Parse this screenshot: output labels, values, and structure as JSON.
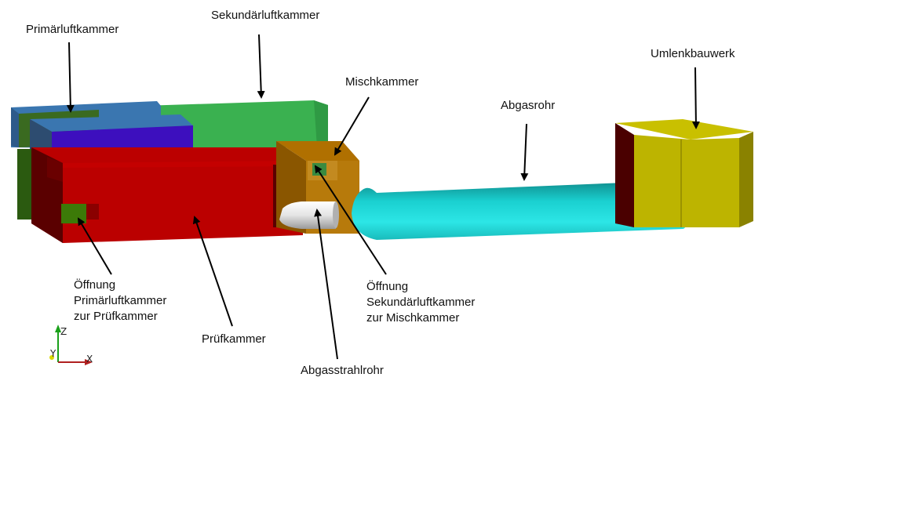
{
  "labels": {
    "primaerluftkammer": "Primärluftkammer",
    "sekundaerluftkammer": "Sekundärluftkammer",
    "mischkammer": "Mischkammer",
    "abgasrohr": "Abgasrohr",
    "umlenkbauwerk": "Umlenkbauwerk",
    "oeffnung_primaer": [
      "Öffnung",
      "Primärluftkammer",
      "zur Prüfkammer"
    ],
    "pruefkammer": "Prüfkammer",
    "oeffnung_sekundaer": [
      "Öffnung",
      "Sekundärluftkammer",
      "zur Mischkammer"
    ],
    "abgasstrahlrohr": "Abgasstrahlrohr"
  },
  "axes": {
    "z": "Z",
    "y": "Y",
    "x": "X"
  },
  "colors": {
    "primaer_top": "#3a76b0",
    "primaer_front": "#3d0fbe",
    "primaer_side": "#2b5a10",
    "sekundaer": "#3ab150",
    "pruef": "#bb0000",
    "pruef_dark": "#5a0000",
    "opening_green": "#3c7a08",
    "misch": "#b77a0b",
    "misch_top": "#a86a00",
    "abgasrohr": "#1ac9c9",
    "umlenk": "#bdb400",
    "umlenk_dark": "#8a8200",
    "umlenk_side": "#4a0000"
  }
}
